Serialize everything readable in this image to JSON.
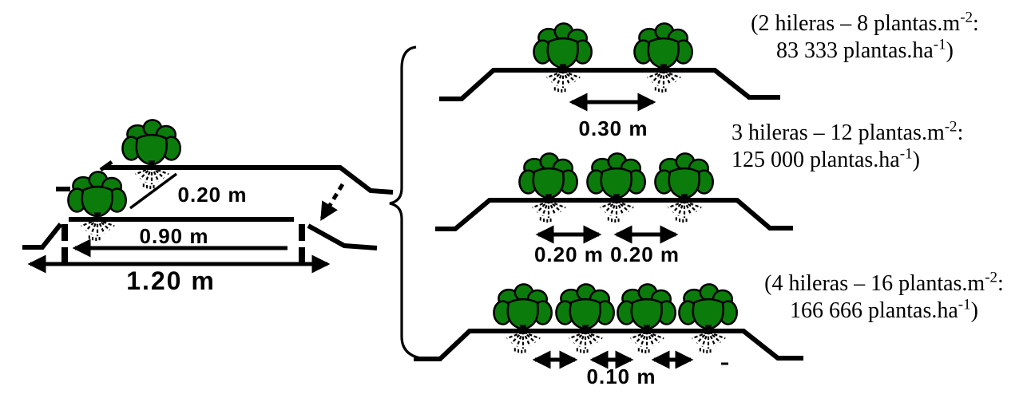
{
  "diagram": {
    "colors": {
      "plant_green": "#0B7B0B",
      "ink": "#000000"
    },
    "left_bed": {
      "row_spacing_label": "0.20 m",
      "top_width_label": "0.90 m",
      "total_width_label": "1.20 m"
    },
    "configs": [
      {
        "name": "2-hileras",
        "plant_count": 2,
        "spacing_label": "0.30 m",
        "note_line1_pre": "(2 hileras – 8 plantas.m",
        "note_line1_sup": "-2",
        "note_line1_post": ":",
        "note_line2_pre": "83 333 plantas.ha",
        "note_line2_sup": "-1",
        "note_line2_post": ")"
      },
      {
        "name": "3-hileras",
        "plant_count": 3,
        "spacing_label": "0.20 m 0.20 m",
        "note_line1_pre": "3 hileras – 12 plantas.m",
        "note_line1_sup": "-2",
        "note_line1_post": ":",
        "note_line2_pre": "125 000 plantas.ha",
        "note_line2_sup": "-1",
        "note_line2_post": ")"
      },
      {
        "name": "4-hileras",
        "plant_count": 4,
        "spacing_label": "0.10 m",
        "note_line1_pre": "(4 hileras – 16 plantas.m",
        "note_line1_sup": "-2",
        "note_line1_post": ":",
        "note_line2_pre": "166 666 plantas.ha",
        "note_line2_sup": "-1",
        "note_line2_post": ")"
      }
    ]
  }
}
